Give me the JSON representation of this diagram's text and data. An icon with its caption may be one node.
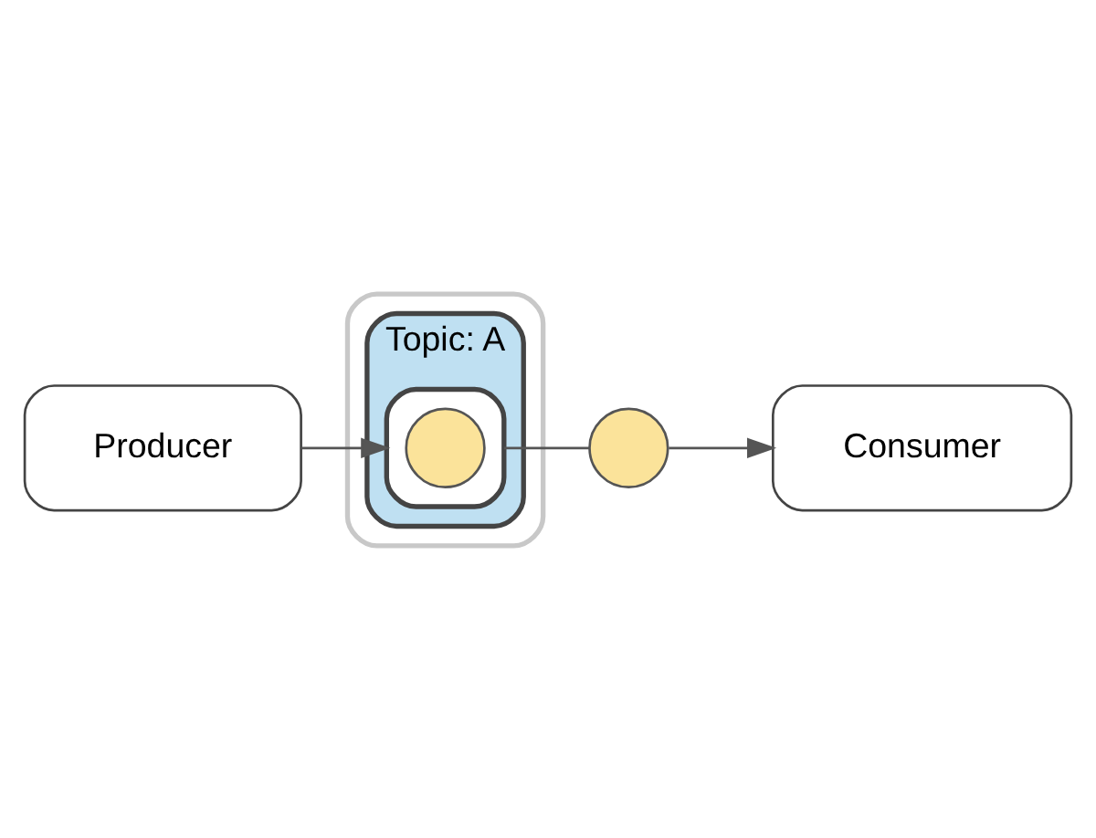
{
  "diagram": {
    "nodes": [
      {
        "text": [],
        "shape": "cloud"
      },
      {
        "text": [
          "Topic: A"
        ],
        "in": 0
      },
      {
        "text": [],
        "shape": "cylinder",
        "in": 1
      },
      {
        "text": [],
        "shape": "circle",
        "in": 2
      },
      {
        "text": [
          "Producer"
        ]
      },
      {
        "text": [],
        "shape": "circle"
      },
      {
        "text": [
          "Consumer"
        ]
      }
    ],
    "edges": [
      {
        "from": 4,
        "to": 2,
        "arrow": "to"
      },
      {
        "from": 2,
        "to": 5,
        "arrow": "none"
      },
      {
        "from": 5,
        "to": 6,
        "arrow": "to"
      }
    ]
  }
}
